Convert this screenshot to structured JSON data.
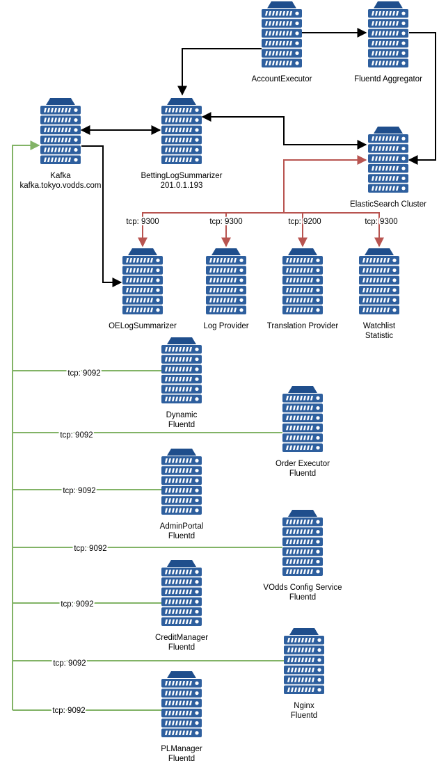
{
  "colors": {
    "server": "#2e5f9e",
    "server_dark": "#1f4e8c",
    "kafka_link": "#82b366",
    "elastic_link": "#b85450",
    "default_link": "#000000"
  },
  "nodes": {
    "account_executor": {
      "icon": "server-icon",
      "lines": [
        "AccountExecutor"
      ]
    },
    "fluentd_aggregator": {
      "icon": "server-icon",
      "lines": [
        "Fluentd Aggregator"
      ]
    },
    "kafka": {
      "icon": "server-icon",
      "lines": [
        "Kafka",
        "kafka.tokyo.vodds.com"
      ]
    },
    "betting_log": {
      "icon": "server-icon",
      "lines": [
        "BettingLogSummarizer",
        "201.0.1.193"
      ]
    },
    "elastic": {
      "icon": "server-icon",
      "lines": [
        "ElasticSearch Cluster"
      ]
    },
    "oe_log": {
      "icon": "server-icon",
      "lines": [
        "OELogSummarizer"
      ]
    },
    "log_provider": {
      "icon": "server-icon",
      "lines": [
        "Log Provider"
      ]
    },
    "translation": {
      "icon": "server-icon",
      "lines": [
        "Translation Provider"
      ]
    },
    "watchlist": {
      "icon": "server-icon",
      "lines": [
        "Watchlist",
        "Statistic"
      ]
    },
    "dynamic": {
      "icon": "server-icon",
      "lines": [
        "Dynamic",
        "Fluentd"
      ]
    },
    "order_exec": {
      "icon": "server-icon",
      "lines": [
        "Order Executor",
        "Fluentd"
      ]
    },
    "admin_portal": {
      "icon": "server-icon",
      "lines": [
        "AdminPortal",
        "Fluentd"
      ]
    },
    "vodds_config": {
      "icon": "server-icon",
      "lines": [
        "VOdds Config Service",
        "Fluentd"
      ]
    },
    "credit_manager": {
      "icon": "server-icon",
      "lines": [
        "CreditManager",
        "Fluentd"
      ]
    },
    "nginx": {
      "icon": "server-icon",
      "lines": [
        "Nginx",
        "Fluentd"
      ]
    },
    "pl_manager": {
      "icon": "server-icon",
      "lines": [
        "PLManager",
        "Fluentd"
      ]
    }
  },
  "edge_labels": {
    "oe_log": "tcp: 9300",
    "log_provider": "tcp: 9300",
    "translation": "tcp: 9200",
    "watchlist": "tcp: 9300",
    "dynamic": "tcp: 9092",
    "order_exec": "tcp: 9092",
    "admin_portal": "tcp: 9092",
    "vodds_config": "tcp: 9092",
    "credit_manager": "tcp: 9092",
    "nginx": "tcp: 9092",
    "pl_manager": "tcp: 9092"
  }
}
